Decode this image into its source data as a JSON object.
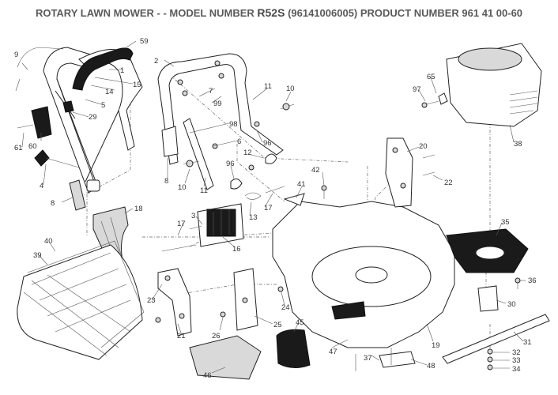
{
  "title": {
    "prefix": "ROTARY LAWN MOWER - - MODEL NUMBER",
    "model": "R52S",
    "suffix": "(96141006005) PRODUCT NUMBER 961 41 00-60"
  },
  "callouts": {
    "c1": "1",
    "c2": "2",
    "c3": "3",
    "c4": "4",
    "c5": "5",
    "c6": "6",
    "c7": "7",
    "c8a": "8",
    "c8b": "8",
    "c9": "9",
    "c10a": "10",
    "c10b": "10",
    "c11a": "11",
    "c11b": "11",
    "c12": "12",
    "c13": "13",
    "c14": "14",
    "c15": "15",
    "c16": "16",
    "c17a": "17",
    "c17b": "17",
    "c18": "18",
    "c19": "19",
    "c20": "20",
    "c21": "21",
    "c22": "22",
    "c23": "23",
    "c24": "24",
    "c25": "25",
    "c26": "26",
    "c29": "29",
    "c30": "30",
    "c31": "31",
    "c32": "32",
    "c33": "33",
    "c34": "34",
    "c35": "35",
    "c36": "36",
    "c37": "37",
    "c38": "38",
    "c39": "39",
    "c40": "40",
    "c41": "41",
    "c42": "42",
    "c45": "45",
    "c46": "46",
    "c47": "47",
    "c48": "48",
    "c59": "59",
    "c60": "60",
    "c61": "61",
    "c65": "65",
    "c96a": "96",
    "c96b": "96",
    "c97": "97",
    "c98": "98",
    "c99": "99"
  }
}
